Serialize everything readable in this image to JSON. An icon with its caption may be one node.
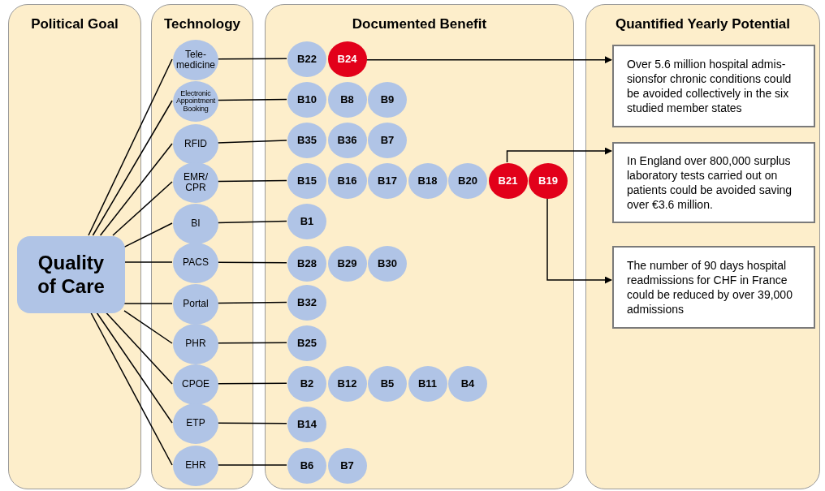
{
  "diagram": {
    "nodes": [
      {
        "text": [
          "Political Goal"
        ]
      },
      {
        "text": [
          "Technology"
        ]
      },
      {
        "text": [
          "Documented Benefit"
        ]
      },
      {
        "text": [
          "Quantified Yearly Potential"
        ]
      },
      {
        "text": [
          "Quality of Care"
        ],
        "in": 0
      },
      {
        "text": [
          "Tele- medicine"
        ],
        "in": 1
      },
      {
        "text": [
          "Electronic Appointment Booking"
        ],
        "in": 1
      },
      {
        "text": [
          "RFID"
        ],
        "in": 1
      },
      {
        "text": [
          "EMR/ CPR"
        ],
        "in": 1
      },
      {
        "text": [
          "BI"
        ],
        "in": 1
      },
      {
        "text": [
          "PACS"
        ],
        "in": 1
      },
      {
        "text": [
          "Portal"
        ],
        "in": 1
      },
      {
        "text": [
          "PHR"
        ],
        "in": 1
      },
      {
        "text": [
          "CPOE"
        ],
        "in": 1
      },
      {
        "text": [
          "ETP"
        ],
        "in": 1
      },
      {
        "text": [
          "EHR"
        ],
        "in": 1
      },
      {
        "text": [
          "B22"
        ],
        "in": 2
      },
      {
        "text": [
          "B24"
        ],
        "in": 2
      },
      {
        "text": [
          "B10"
        ],
        "in": 2
      },
      {
        "text": [
          "B8"
        ],
        "in": 2
      },
      {
        "text": [
          "B9"
        ],
        "in": 2
      },
      {
        "text": [
          "B35"
        ],
        "in": 2
      },
      {
        "text": [
          "B36"
        ],
        "in": 2
      },
      {
        "text": [
          "B7"
        ],
        "in": 2
      },
      {
        "text": [
          "B15"
        ],
        "in": 2
      },
      {
        "text": [
          "B16"
        ],
        "in": 2
      },
      {
        "text": [
          "B17"
        ],
        "in": 2
      },
      {
        "text": [
          "B18"
        ],
        "in": 2
      },
      {
        "text": [
          "B20"
        ],
        "in": 2
      },
      {
        "text": [
          "B21"
        ],
        "in": 2
      },
      {
        "text": [
          "B19"
        ],
        "in": 2
      },
      {
        "text": [
          "B1"
        ],
        "in": 2
      },
      {
        "text": [
          "B28"
        ],
        "in": 2
      },
      {
        "text": [
          "B29"
        ],
        "in": 2
      },
      {
        "text": [
          "B30"
        ],
        "in": 2
      },
      {
        "text": [
          "B32"
        ],
        "in": 2
      },
      {
        "text": [
          "B25"
        ],
        "in": 2
      },
      {
        "text": [
          "B2"
        ],
        "in": 2
      },
      {
        "text": [
          "B12"
        ],
        "in": 2
      },
      {
        "text": [
          "B5"
        ],
        "in": 2
      },
      {
        "text": [
          "B11"
        ],
        "in": 2
      },
      {
        "text": [
          "B4"
        ],
        "in": 2
      },
      {
        "text": [
          "B14"
        ],
        "in": 2
      },
      {
        "text": [
          "B6"
        ],
        "in": 2
      },
      {
        "text": [
          "B7"
        ],
        "in": 2
      },
      {
        "text": [
          "Over 5.6 million hospital admis- sionsfor chronic conditions could be avoided collectively in the six studied member states"
        ],
        "in": 3
      },
      {
        "text": [
          "In England over 800,000 surplus laboratory tests carried out on patients could be avoided saving over €3.6 million."
        ],
        "in": 3
      },
      {
        "text": [
          "The number of 90 days hospital readmissions for CHF in France could be reduced by over 39,000 admissions"
        ],
        "in": 3
      }
    ],
    "edges": [
      {
        "from": 4,
        "to": 5,
        "arrow": "none"
      },
      {
        "from": 4,
        "to": 6,
        "arrow": "none"
      },
      {
        "from": 4,
        "to": 7,
        "arrow": "none"
      },
      {
        "from": 4,
        "to": 8,
        "arrow": "none"
      },
      {
        "from": 4,
        "to": 9,
        "arrow": "none"
      },
      {
        "from": 4,
        "to": 10,
        "arrow": "none"
      },
      {
        "from": 4,
        "to": 11,
        "arrow": "none"
      },
      {
        "from": 4,
        "to": 12,
        "arrow": "none"
      },
      {
        "from": 4,
        "to": 13,
        "arrow": "none"
      },
      {
        "from": 4,
        "to": 14,
        "arrow": "none"
      },
      {
        "from": 4,
        "to": 15,
        "arrow": "none"
      },
      {
        "from": 5,
        "to": 16,
        "arrow": "none"
      },
      {
        "from": 6,
        "to": 18,
        "arrow": "none"
      },
      {
        "from": 7,
        "to": 21,
        "arrow": "none"
      },
      {
        "from": 8,
        "to": 24,
        "arrow": "none"
      },
      {
        "from": 9,
        "to": 31,
        "arrow": "none"
      },
      {
        "from": 10,
        "to": 32,
        "arrow": "none"
      },
      {
        "from": 11,
        "to": 35,
        "arrow": "none"
      },
      {
        "from": 12,
        "to": 36,
        "arrow": "none"
      },
      {
        "from": 13,
        "to": 37,
        "arrow": "none"
      },
      {
        "from": 14,
        "to": 42,
        "arrow": "none"
      },
      {
        "from": 15,
        "to": 43,
        "arrow": "none"
      },
      {
        "from": 17,
        "to": 45,
        "arrow": "to"
      },
      {
        "from": 29,
        "to": 46,
        "arrow": "to"
      },
      {
        "from": 30,
        "to": 47,
        "arrow": "to"
      }
    ]
  }
}
